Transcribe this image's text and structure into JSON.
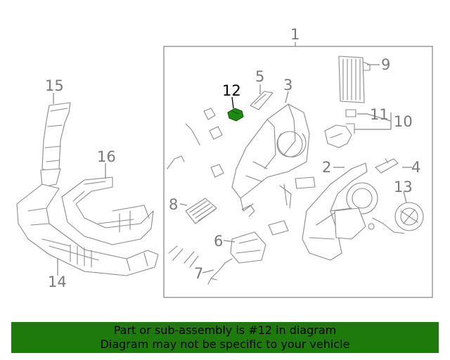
{
  "callouts": {
    "c1": "1",
    "c2": "2",
    "c3": "3",
    "c4": "4",
    "c5": "5",
    "c6": "6",
    "c7": "7",
    "c8": "8",
    "c9": "9",
    "c10": "10",
    "c11": "11",
    "c12": "12",
    "c13": "13",
    "c14": "14",
    "c15": "15",
    "c16": "16"
  },
  "highlighted_part": "12",
  "colors": {
    "banner_bg": "#1f7a0c",
    "highlight_part": "#1e8a14",
    "line": "#8c8c8c"
  },
  "banner": {
    "line1": "Part or sub-assembly is #12 in diagram",
    "line2": "Diagram may not be specific to your vehicle"
  }
}
